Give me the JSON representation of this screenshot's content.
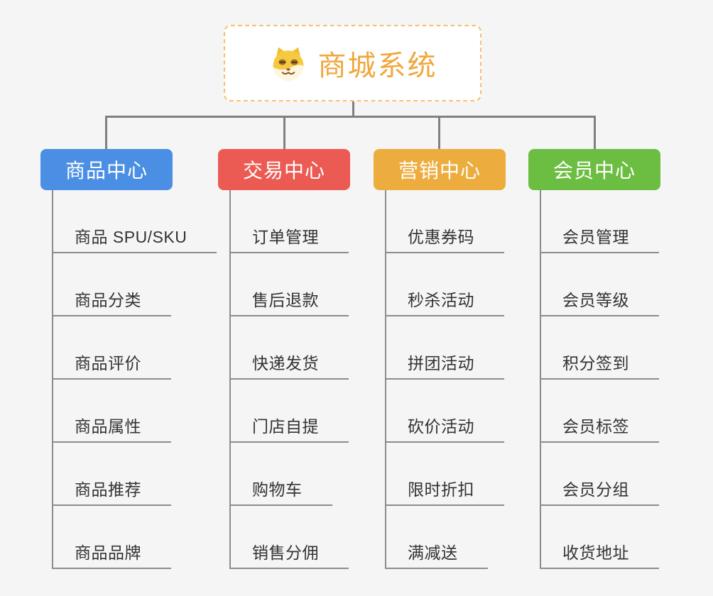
{
  "root": {
    "title": "商城系统",
    "icon": "dog-face-icon",
    "title_color": "#f0a73e",
    "border_color": "#f6c171"
  },
  "connector_color": "#808080",
  "line_color": "#8c8c8c",
  "branches": [
    {
      "label": "商品中心",
      "color": "#4a8fe4",
      "children": [
        "商品 SPU/SKU",
        "商品分类",
        "商品评价",
        "商品属性",
        "商品推荐",
        "商品品牌"
      ]
    },
    {
      "label": "交易中心",
      "color": "#ec5b53",
      "children": [
        "订单管理",
        "售后退款",
        "快递发货",
        "门店自提",
        "购物车",
        "销售分佣"
      ]
    },
    {
      "label": "营销中心",
      "color": "#edad3e",
      "children": [
        "优惠券码",
        "秒杀活动",
        "拼团活动",
        "砍价活动",
        "限时折扣",
        "满减送"
      ]
    },
    {
      "label": "会员中心",
      "color": "#6cbe43",
      "children": [
        "会员管理",
        "会员等级",
        "积分签到",
        "会员标签",
        "会员分组",
        "收货地址"
      ]
    }
  ]
}
